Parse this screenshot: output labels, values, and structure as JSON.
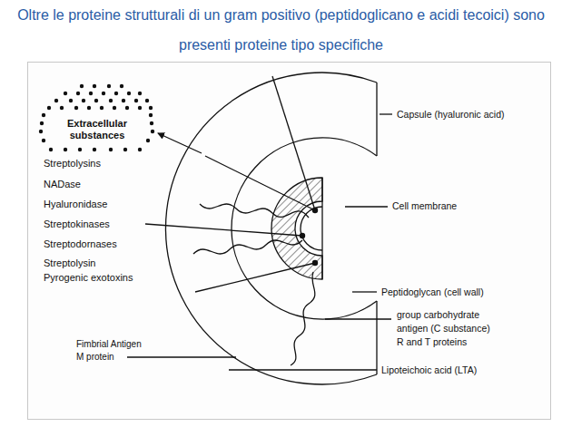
{
  "diagram": {
    "title": "Oltre le proteine strutturali di un gram positivo (peptidoglicano e acidi tecoici) sono presenti proteine tipo specifiche",
    "nodes": [
      {
        "text": [
          "Extracellular substances"
        ]
      }
    ],
    "labels": [
      "Streptolysins",
      "NADase",
      "Hyaluronidase",
      "Streptokinases",
      "Streptodornases",
      "Streptolysin",
      "Pyrogenic exotoxins",
      "Fimbrial Antigen",
      "M protein",
      "Capsule (hyaluronic acid)",
      "Cell membrane",
      "Peptidoglycan (cell wall)",
      "group carbohydrate antigen (C substance)",
      "R and T proteins",
      "Lipoteichoic acid (LTA)"
    ]
  }
}
